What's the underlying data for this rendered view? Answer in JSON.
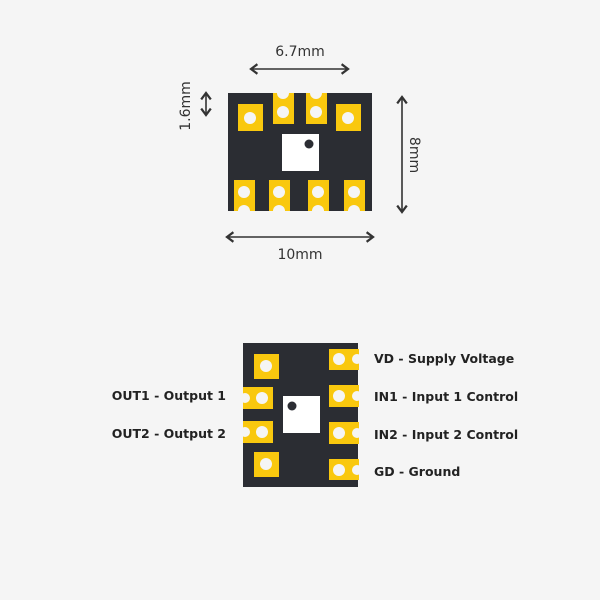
{
  "dimensions": {
    "top_pitch": "6.7mm",
    "pad_length": "1.6mm",
    "height": "8mm",
    "width": "10mm"
  },
  "pins": {
    "left": [
      "OUT1 - Output 1",
      "OUT2 - Output 2"
    ],
    "right": [
      "VD - Supply Voltage",
      "IN1 - Input 1 Control",
      "IN2 - Input 2 Control",
      "GD - Ground"
    ]
  },
  "colors": {
    "body": "#2b2d33",
    "pad": "#f9c80e",
    "hole": "#f5f5f5",
    "arrow": "#333333"
  }
}
